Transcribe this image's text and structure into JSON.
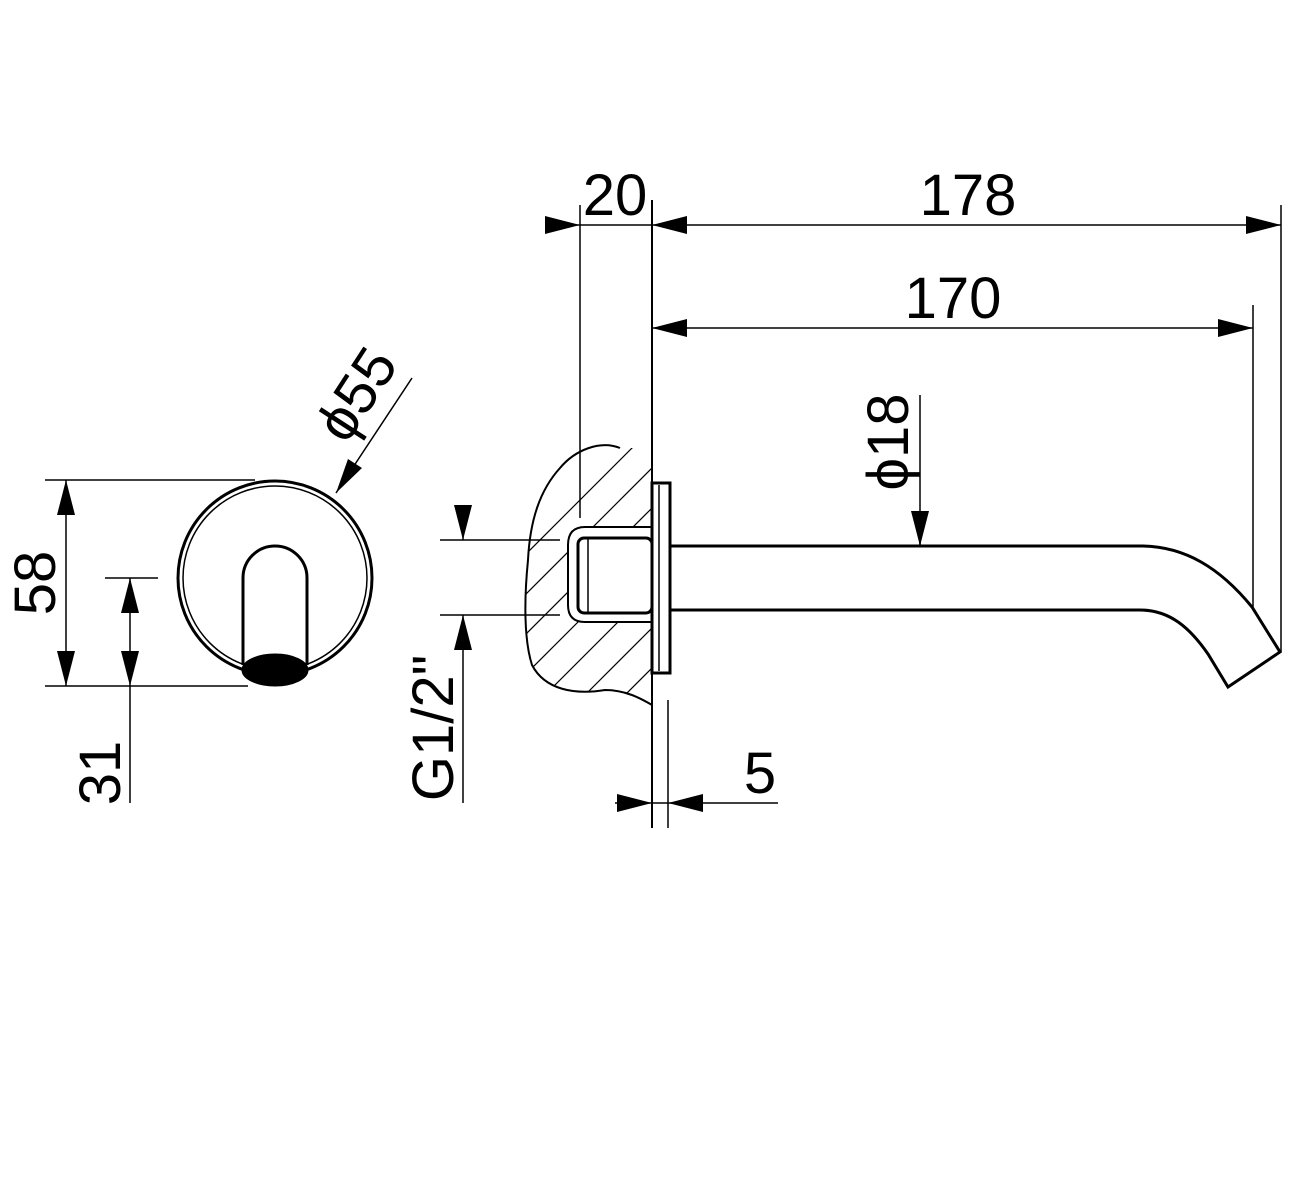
{
  "dimensions": {
    "flange_depth": "20",
    "overall_length": "178",
    "spout_length": "170",
    "rosette_diameter": "ϕ55",
    "spout_diameter": "ϕ18",
    "front_height": "58",
    "outlet_height": "31",
    "thread": "G1/2\"",
    "rosette_thickness": "5"
  }
}
